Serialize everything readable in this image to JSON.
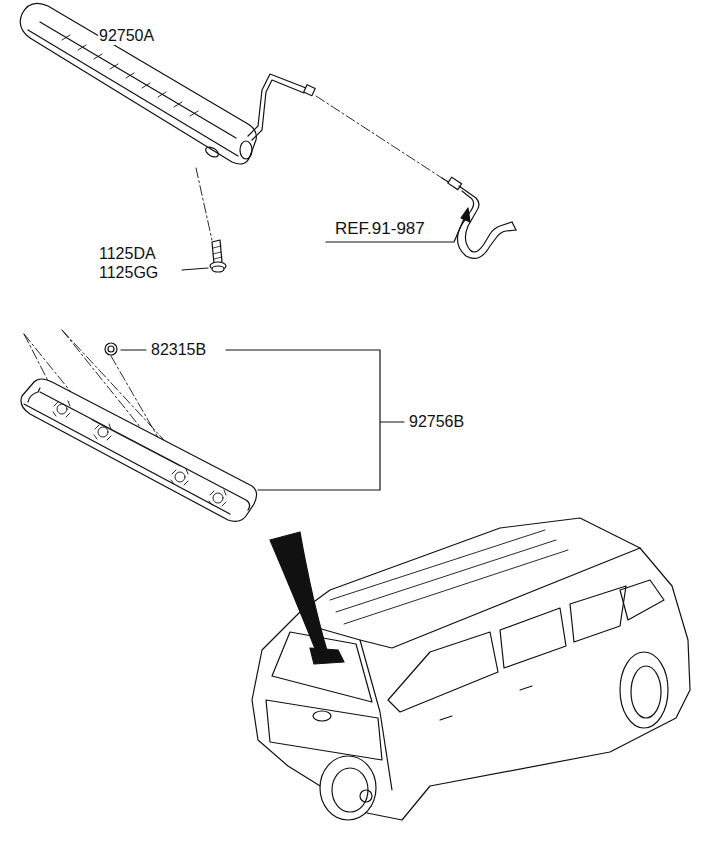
{
  "diagram": {
    "labels": [
      "92750A",
      "1125DA",
      "1125GG",
      "REF.91-987",
      "82315B",
      "92756B"
    ]
  }
}
